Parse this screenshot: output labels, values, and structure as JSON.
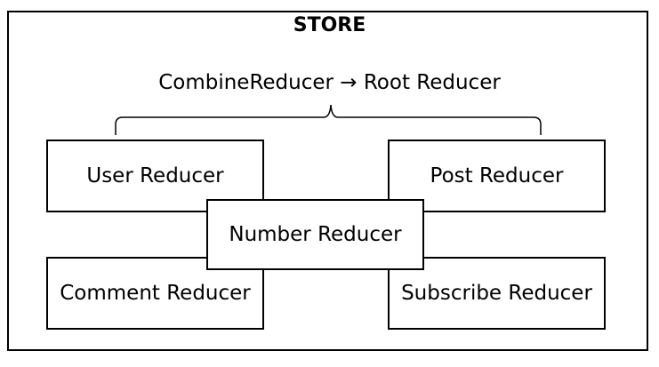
{
  "store": {
    "title": "STORE"
  },
  "combine": {
    "label": "CombineReducer → Root Reducer"
  },
  "reducers": {
    "user": "User Reducer",
    "post": "Post Reducer",
    "number": "Number Reducer",
    "comment": "Comment Reducer",
    "subscribe": "Subscribe Reducer"
  }
}
